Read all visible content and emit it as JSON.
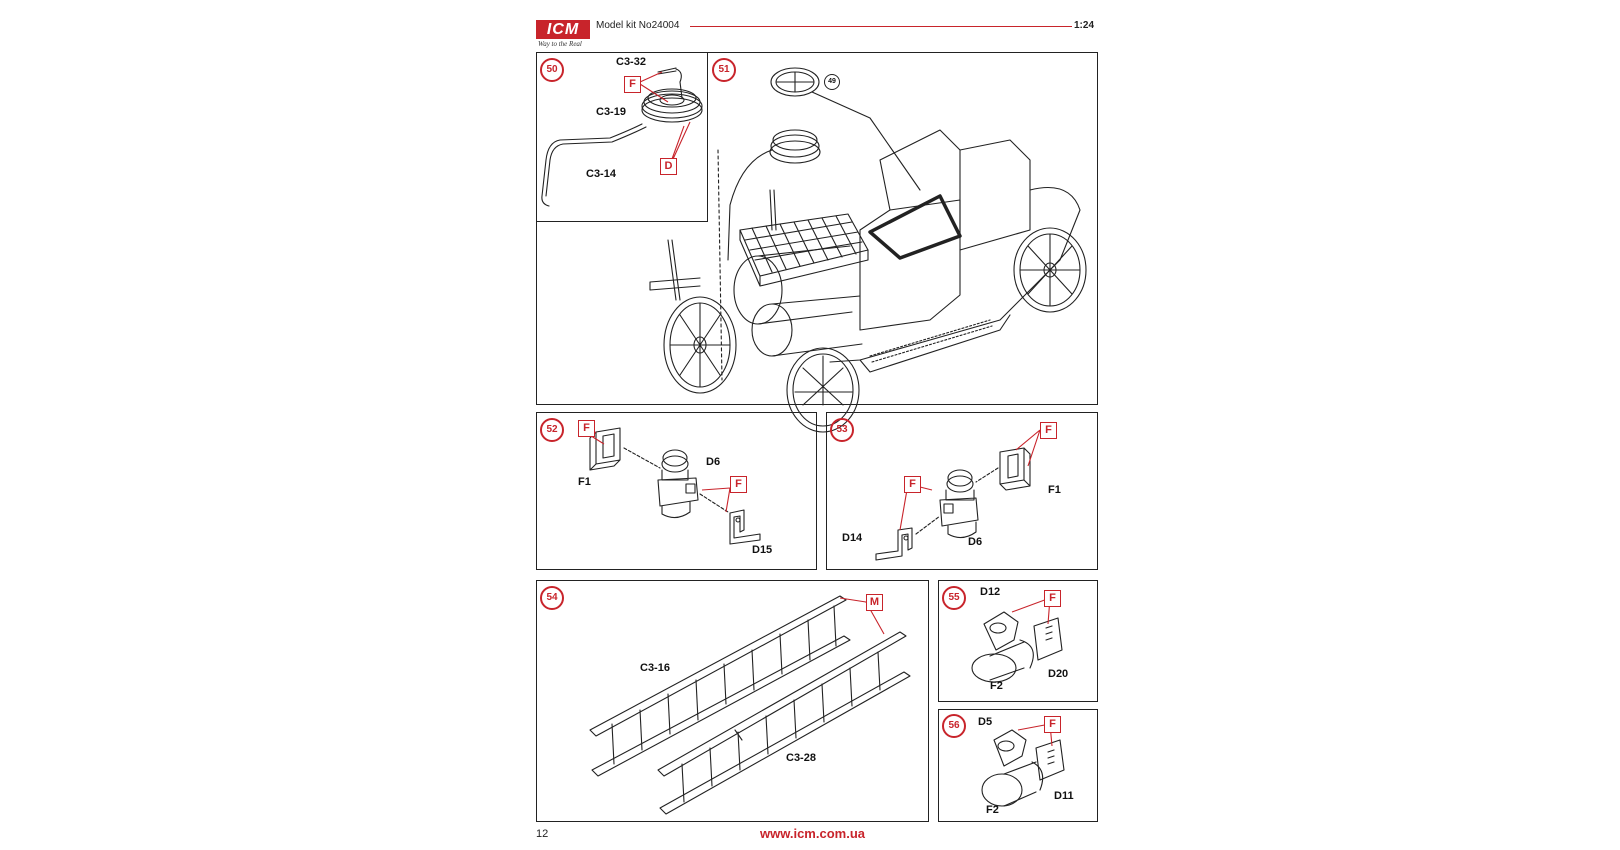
{
  "header": {
    "brand": "ICM",
    "tagline": "Way to the Real",
    "kit_label": "Model kit No24004",
    "scale": "1:24"
  },
  "colors": {
    "accent": "#c8242b",
    "ink": "#222222"
  },
  "steps": [
    {
      "number": "50",
      "letters": [
        "F",
        "D"
      ],
      "labels": [
        "C3-32",
        "C3-19",
        "C3-14"
      ]
    },
    {
      "number": "51",
      "ref": "49"
    },
    {
      "number": "52",
      "letters": [
        "F",
        "F"
      ],
      "labels": [
        "D6",
        "F1",
        "D15"
      ]
    },
    {
      "number": "53",
      "letters": [
        "F",
        "F"
      ],
      "labels": [
        "F1",
        "D14",
        "D6"
      ]
    },
    {
      "number": "54",
      "letters": [
        "M"
      ],
      "labels": [
        "C3-16",
        "C3-28"
      ]
    },
    {
      "number": "55",
      "letters": [
        "F"
      ],
      "labels": [
        "D12",
        "D20",
        "F2"
      ]
    },
    {
      "number": "56",
      "letters": [
        "F"
      ],
      "labels": [
        "D5",
        "D11",
        "F2"
      ]
    }
  ],
  "footer": {
    "page_number": "12",
    "url": "www.icm.com.ua"
  }
}
